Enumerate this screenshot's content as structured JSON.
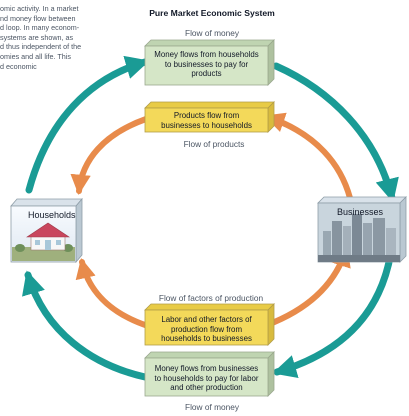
{
  "intro": {
    "lines": [
      "omic activity. In a market",
      "nd money flow between",
      "d loop. In many econom-",
      "systems are shown, as",
      "d thus independent of the",
      "omies and all life. This",
      "d economic"
    ]
  },
  "title": "Pure Market Economic System",
  "top_label": "Flow of money",
  "top_box": {
    "lines": [
      "Money flows from households",
      "to businesses to pay for",
      "products"
    ]
  },
  "products_box": {
    "lines": [
      "Products flow from",
      "businesses to households"
    ]
  },
  "products_label": "Flow of products",
  "households_label": "Households",
  "businesses_label": "Businesses",
  "factors_label": "Flow of factors of production",
  "factors_box": {
    "lines": [
      "Labor and other factors of",
      "production flow from",
      "households to businesses"
    ]
  },
  "bottom_box": {
    "lines": [
      "Money flows from businesses",
      "to households to pay for labor",
      "and other production"
    ]
  },
  "bottom_label": "Flow of money",
  "colors": {
    "money_flow": "#1a9b95",
    "goods_flow": "#e88b4b",
    "money_box": "#d5e6c7",
    "goods_box": "#f3d95a",
    "sector_box": "#c9d5dd"
  }
}
